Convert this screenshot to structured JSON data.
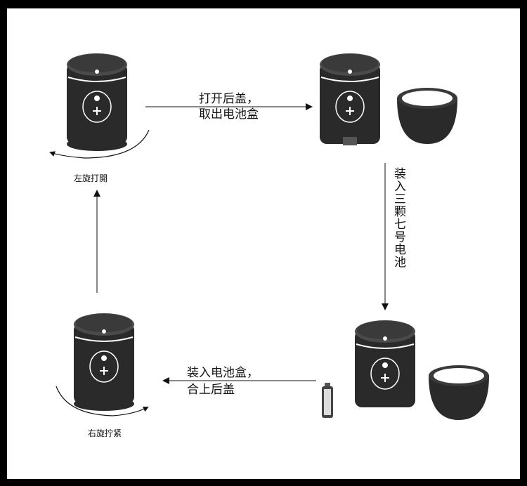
{
  "steps": {
    "open_label": "左旋打開",
    "remove_line1": "打开后盖，",
    "remove_line2": "取出电池盒",
    "insert_vertical": "装入三颗七号电池",
    "close_line1": "装入电池盒，",
    "close_line2": "合上后盖",
    "tighten_label": "右旋拧紧"
  },
  "colors": {
    "device_body": "#2a2a2a",
    "device_top": "#4a4a4a",
    "frame": "#000000",
    "background": "#ffffff"
  }
}
